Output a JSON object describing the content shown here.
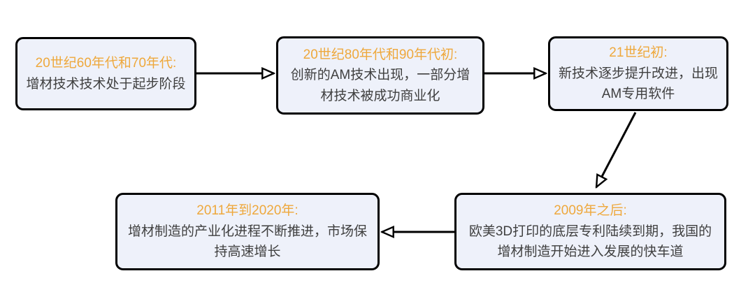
{
  "diagram": {
    "type": "flowchart",
    "colors": {
      "title": "#EEA83C",
      "body": "#3F3F3F",
      "box-fill": "#EEF1FA",
      "border": "#000000",
      "background": "#FFFFFF"
    },
    "boxes": [
      {
        "id": "1960s-70s",
        "title": "20世纪60年代和70年代:",
        "body": "增材技术技术处于起步阶段"
      },
      {
        "id": "1980s-90s",
        "title": "20世纪80年代和90年代初:",
        "body": "创新的AM技术出现，一部分增\n材技术被成功商业化"
      },
      {
        "id": "early-21st-century",
        "title": "21世纪初:",
        "body": "新技术逐步提升改进，出现\nAM专用软件"
      },
      {
        "id": "after-2009",
        "title": "2009年之后:",
        "body": "欧美3D打印的底层专利陆续到期，我国的\n增材制造开始进入发展的快车道"
      },
      {
        "id": "2011-2020",
        "title": "2011年到2020年:",
        "body": "增材制造的产业化进程不断推进，市场保\n持高速增长"
      }
    ],
    "connections": [
      {
        "from": "1960s-70s",
        "to": "1980s-90s"
      },
      {
        "from": "1980s-90s",
        "to": "early-21st-century"
      },
      {
        "from": "early-21st-century",
        "to": "after-2009"
      },
      {
        "from": "after-2009",
        "to": "2011-2020"
      }
    ]
  }
}
